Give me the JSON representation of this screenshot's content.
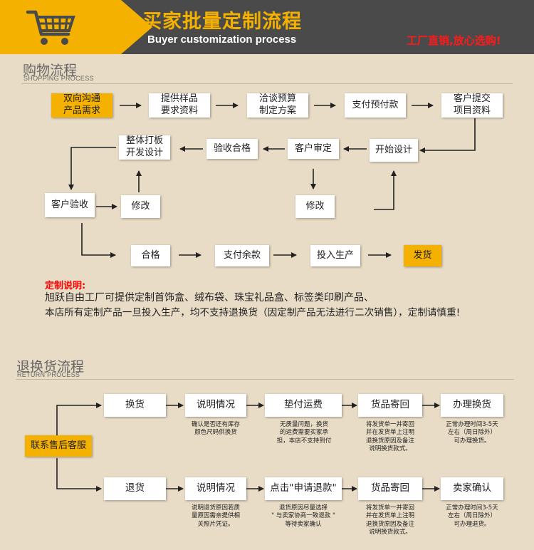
{
  "header": {
    "title_cn": "买家批量定制流程",
    "title_en": "Buyer customization process",
    "slogan": "工厂直销,放心选购!",
    "icon": "shopping-cart-icon",
    "colors": {
      "accent": "#f5b100",
      "dark": "#4a4a4a",
      "warning": "#ff1a1a"
    }
  },
  "shopping": {
    "title": "购物流程",
    "subtitle": "SHOPPING PROCESS",
    "row1": [
      "双向沟通\n产品需求",
      "提供样品\n要求资料",
      "洽谈预算\n制定方案",
      "支付预付款",
      "客户提交\n项目资料"
    ],
    "row2": [
      "整体打板\n开发设计",
      "验收合格",
      "客户审定",
      "开始设计"
    ],
    "revise_left": "修改",
    "revise_right": "修改",
    "customer_accept": "客户验收",
    "row4": [
      "合格",
      "支付余款",
      "投入生产",
      "发货"
    ]
  },
  "description": {
    "title": "定制说明:",
    "line1": "旭跃自由工厂可提供定制首饰盒、绒布袋、珠宝礼品盒、标签类印刷产品、",
    "line2": "本店所有定制产品一旦投入生产，均不支持退换货（因定制产品无法进行二次销售），定制请慎重!"
  },
  "return_process": {
    "title": "退换货流程",
    "subtitle": "RETURN PROCESS",
    "contact": "联系售后客服",
    "exchange": {
      "steps": [
        "换货",
        "说明情况",
        "垫付运费",
        "货品寄回",
        "办理换货"
      ],
      "notes": [
        "确认是否还有库存\n颜色尺码供换货",
        "无质量问题，换货\n的运费需要买家承\n担，本店不支持到付",
        "将发货单一并寄回\n并在发货单上注明\n退换货原因及备注\n说明换货款式。",
        "正常办理时间3-5天\n左右（周日除外）\n可办理换货。"
      ]
    },
    "refund": {
      "steps": [
        "退货",
        "说明情况",
        "点击\"申请退款\"",
        "货品寄回",
        "卖家确认"
      ],
      "notes": [
        "说明退货原因若质\n量原因需亲提供相\n关照片凭证。",
        "退货原因尽量选择\n\" 与卖家协商一致退款 \"\n等待卖家确认",
        "将发货单一并寄回\n并在发货单上注明\n退换货原因及备注\n说明换货款式。",
        "正常办理时间3-5天\n左右（周日除外）\n可办理退货。"
      ]
    }
  }
}
